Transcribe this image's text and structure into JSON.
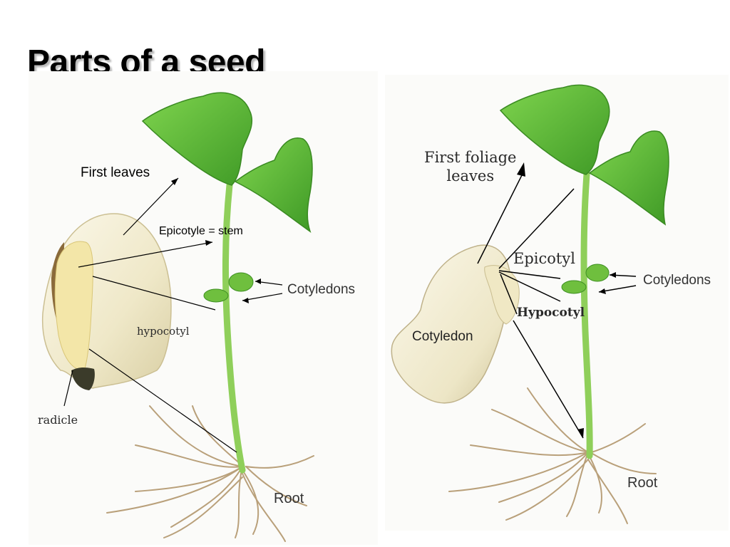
{
  "slide": {
    "title": "Parts of a seed"
  },
  "left_diagram": {
    "labels": {
      "first_leaves": "First leaves",
      "epicotyle": "Epicotyle = stem",
      "cotyledons": "Cotyledons",
      "hypocotyl": "hypocotyl",
      "radicle": "radicle",
      "root": "Root"
    }
  },
  "right_diagram": {
    "labels": {
      "first_foliage_leaves_line1": "First foliage",
      "first_foliage_leaves_line2": "leaves",
      "epicotyl": "Epicotyl",
      "cotyledons": "Cotyledons",
      "hypocotyl": "Hypocotyl",
      "cotyledon": "Cotyledon",
      "root": "Root"
    }
  },
  "colors": {
    "leaf": "#5cc23a",
    "leaf_dark": "#3f9a26",
    "stem": "#8fcf5a",
    "seed": "#f3efd9",
    "root": "#b9a07a",
    "background_panel": "#fbfbf9"
  }
}
